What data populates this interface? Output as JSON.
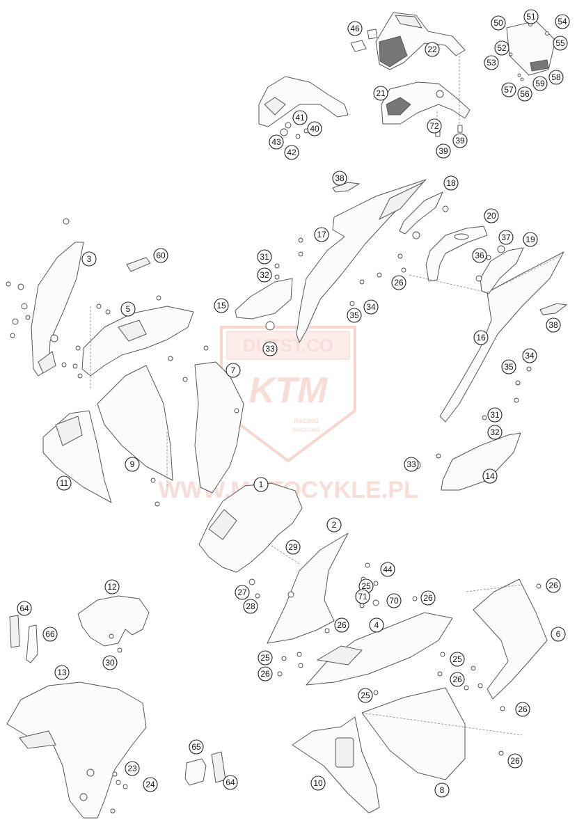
{
  "watermark": {
    "badge_text": "DUTST.CO",
    "brand": "KTM",
    "slogan_1": "RACING",
    "slogan_2": "SINCE 1953",
    "site": "WWW.MOTOCYKLE.PL"
  },
  "callouts": [
    "1",
    "2",
    "3",
    "4",
    "5",
    "6",
    "7",
    "8",
    "9",
    "10",
    "11",
    "12",
    "13",
    "14",
    "15",
    "16",
    "17",
    "18",
    "19",
    "20",
    "21",
    "22",
    "23",
    "24",
    "25",
    "26",
    "27",
    "28",
    "29",
    "30",
    "31",
    "32",
    "33",
    "34",
    "35",
    "36",
    "37",
    "38",
    "39",
    "40",
    "41",
    "42",
    "43",
    "44",
    "46",
    "50",
    "51",
    "52",
    "53",
    "54",
    "55",
    "56",
    "57",
    "58",
    "59",
    "60",
    "64",
    "65",
    "66",
    "70",
    "71",
    "72"
  ]
}
